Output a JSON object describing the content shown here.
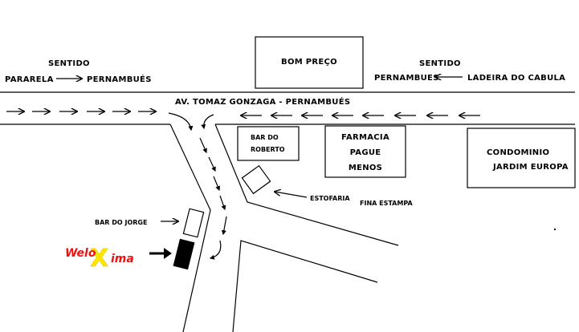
{
  "top_left": {
    "title": "SENTIDO",
    "from": "PARARELA",
    "to": "PERNAMBUÉS"
  },
  "top_right": {
    "title": "SENTIDO",
    "from": "LADEIRA DO CABULA",
    "to": "PERNAMBUES"
  },
  "street_label": "AV. TOMAZ GONZAGA - PERNAMBUÉS",
  "places": {
    "bom_preco": "BOM PREÇO",
    "bar_roberto_line1": "BAR DO",
    "bar_roberto_line2": "ROBERTO",
    "farmacia_line1": "FARMACIA",
    "farmacia_line2": "PAGUE",
    "farmacia_line3": "MENOS",
    "condominio_line1": "CONDOMINIO",
    "condominio_line2": "JARDIM EUROPA",
    "estofaria_part1": "ESTOFARIA",
    "estofaria_part2": "FINA ESTAMPA",
    "bar_jorge": "BAR DO JORGE"
  },
  "logo": {
    "part1": "Welo",
    "x": "X",
    "part2": "ima",
    "color": "#ee1111",
    "x_color": "#ffe600"
  },
  "icons": [
    "right-arrow-icon",
    "left-arrow-icon",
    "down-arrow-icon"
  ]
}
